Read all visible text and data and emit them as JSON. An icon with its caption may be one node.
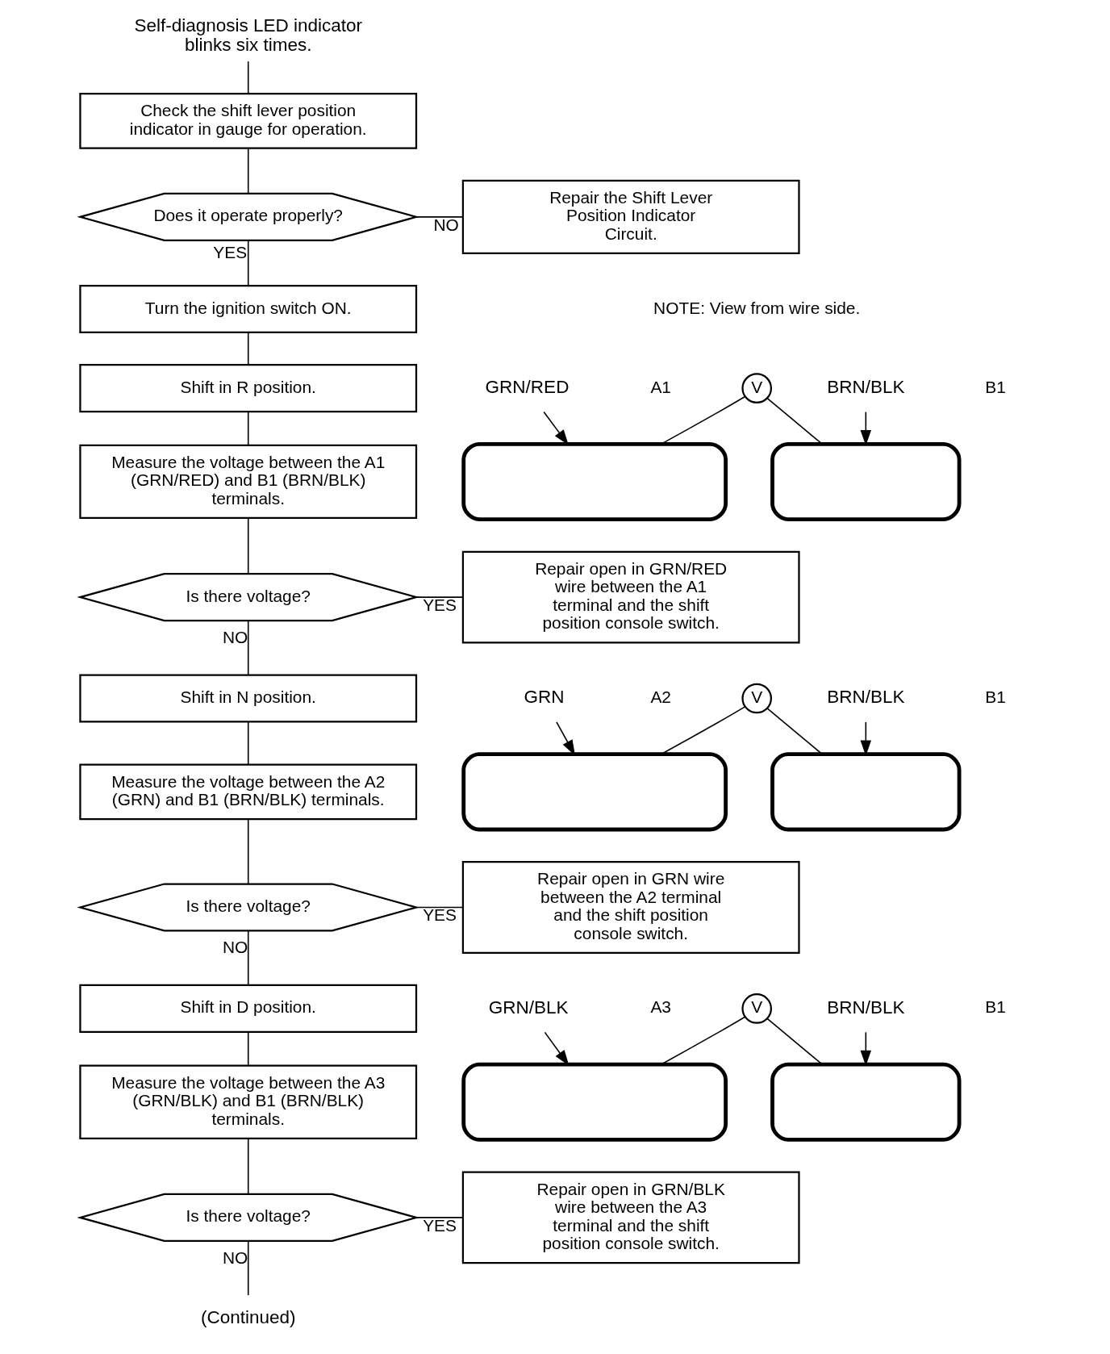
{
  "diagram": {
    "nodes": [
      {
        "text": [
          "Self-diagnosis LED indicator blinks six times."
        ]
      },
      {
        "text": [
          "Check the shift lever position indicator in gauge for operation."
        ]
      },
      {
        "text": [
          "Does it operate properly?"
        ]
      },
      {
        "text": [
          "Repair the Shift Lever Position Indicator Circuit."
        ]
      },
      {
        "text": [
          "Turn the ignition switch ON."
        ]
      },
      {
        "text": [
          "Shift in R position."
        ]
      },
      {
        "text": [
          "Measure the voltage between the A1 (GRN/RED) and B1 (BRN/BLK) terminals."
        ]
      },
      {
        "text": [
          "Is there voltage?"
        ]
      },
      {
        "text": [
          "Repair open in GRN/RED wire between the A1 terminal and the shift position console switch."
        ]
      },
      {
        "text": [
          "Shift in N position."
        ]
      },
      {
        "text": [
          "Measure the voltage between the A2 (GRN) and B1 (BRN/BLK) terminals."
        ]
      },
      {
        "text": [
          "Is there voltage?"
        ]
      },
      {
        "text": [
          "Repair open in GRN wire between the A2 terminal and the shift position console switch."
        ]
      },
      {
        "text": [
          "Shift in D position."
        ]
      },
      {
        "text": [
          "Measure the voltage between the A3 (GRN/BLK) and B1 (BRN/BLK) terminals."
        ]
      },
      {
        "text": [
          "Is there voltage?"
        ]
      },
      {
        "text": [
          "Repair open in GRN/BLK wire between the A3 terminal and the shift position console switch."
        ]
      },
      {
        "text": [
          "(Continued)"
        ]
      },
      {
        "text": [
          "GRN/RED"
        ]
      },
      {
        "text": [
          "BRN/BLK"
        ]
      },
      {
        "text": [
          "V"
        ]
      },
      {
        "text": [],
        "shape": "box"
      },
      {
        "text": [],
        "shape": "box"
      },
      {
        "text": [
          "GRN"
        ]
      },
      {
        "text": [
          "BRN/BLK"
        ]
      },
      {
        "text": [
          "V"
        ]
      },
      {
        "text": [],
        "shape": "box"
      },
      {
        "text": [],
        "shape": "box"
      },
      {
        "text": [
          "GRN/BLK"
        ]
      },
      {
        "text": [
          "BRN/BLK"
        ]
      },
      {
        "text": [
          "V"
        ]
      },
      {
        "text": [],
        "shape": "box"
      },
      {
        "text": [],
        "shape": "box"
      }
    ],
    "edges": [
      {
        "from": 0,
        "to": 1,
        "arrow": "none"
      },
      {
        "from": 1,
        "to": 2,
        "arrow": "none"
      },
      {
        "from": 2,
        "to": 3,
        "arrow": "none",
        "label": "NO"
      },
      {
        "from": 2,
        "to": 4,
        "arrow": "none",
        "label": "YES"
      },
      {
        "from": 4,
        "to": 5,
        "arrow": "none"
      },
      {
        "from": 5,
        "to": 6,
        "arrow": "none"
      },
      {
        "from": 6,
        "to": 7,
        "arrow": "none"
      },
      {
        "from": 7,
        "to": 8,
        "arrow": "none",
        "label": "YES"
      },
      {
        "from": 7,
        "to": 9,
        "arrow": "none",
        "label": "NO"
      },
      {
        "from": 9,
        "to": 10,
        "arrow": "none"
      },
      {
        "from": 10,
        "to": 11,
        "arrow": "none"
      },
      {
        "from": 11,
        "to": 12,
        "arrow": "none",
        "label": "YES"
      },
      {
        "from": 11,
        "to": 13,
        "arrow": "none",
        "label": "NO"
      },
      {
        "from": 13,
        "to": 14,
        "arrow": "none"
      },
      {
        "from": 14,
        "to": 15,
        "arrow": "none"
      },
      {
        "from": 15,
        "to": 16,
        "arrow": "none",
        "label": "YES"
      },
      {
        "from": 15,
        "to": 17,
        "arrow": "none",
        "label": "NO"
      },
      {
        "from": 18,
        "to": 21,
        "arrow": "to"
      },
      {
        "from": 19,
        "to": 22,
        "arrow": "to"
      },
      {
        "from": 20,
        "to": 21,
        "arrow": "none"
      },
      {
        "from": 20,
        "to": 22,
        "arrow": "none"
      },
      {
        "from": 23,
        "to": 26,
        "arrow": "to"
      },
      {
        "from": 24,
        "to": 27,
        "arrow": "to"
      },
      {
        "from": 25,
        "to": 26,
        "arrow": "none"
      },
      {
        "from": 25,
        "to": 27,
        "arrow": "none"
      },
      {
        "from": 28,
        "to": 31,
        "arrow": "to"
      },
      {
        "from": 29,
        "to": 32,
        "arrow": "to"
      },
      {
        "from": 30,
        "to": 31,
        "arrow": "none"
      },
      {
        "from": 30,
        "to": 32,
        "arrow": "none"
      }
    ],
    "labels": [
      "NOTE: View from wire side.",
      "A1",
      "B1",
      "A2",
      "B1",
      "A3",
      "B1"
    ]
  }
}
